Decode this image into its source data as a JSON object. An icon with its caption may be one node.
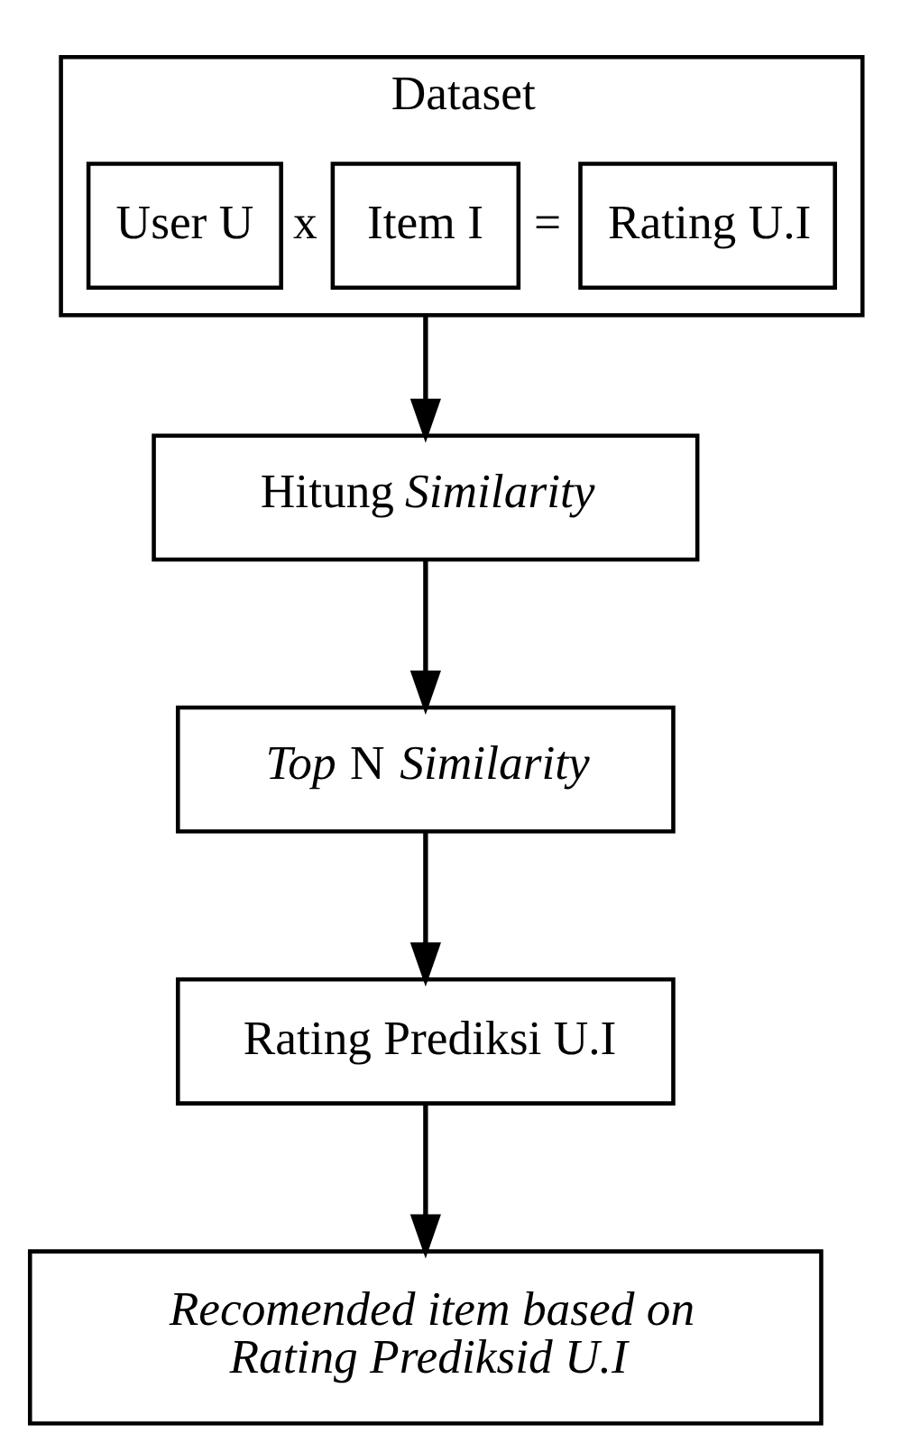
{
  "diagram": {
    "nodes": [
      {
        "text": [
          "Dataset"
        ]
      },
      {
        "text": [
          "User U"
        ],
        "in": 0
      },
      {
        "text": [
          "Item I"
        ],
        "in": 0
      },
      {
        "text": [
          "Rating U.I"
        ],
        "in": 0
      },
      {
        "text": [
          "Hitung *Similarity*"
        ]
      },
      {
        "text": [
          "*Top* N *Similarity*"
        ]
      },
      {
        "text": [
          "Rating Prediksi U.I"
        ]
      },
      {
        "text": [
          "*Recomended item based on Rating Prediksid U.I*"
        ]
      }
    ],
    "edges": [
      {
        "from": 0,
        "to": 4,
        "arrow": "to"
      },
      {
        "from": 4,
        "to": 5,
        "arrow": "to"
      },
      {
        "from": 5,
        "to": 6,
        "arrow": "to"
      },
      {
        "from": 6,
        "to": 7,
        "arrow": "to"
      }
    ],
    "labels": [
      "x",
      "="
    ]
  }
}
